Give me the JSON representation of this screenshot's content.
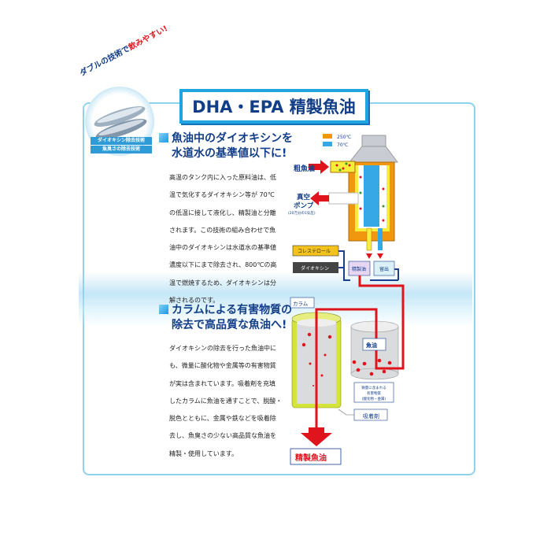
{
  "header": {
    "title": "DHA・EPA 精製魚油"
  },
  "badge": {
    "tagline_prefix": "ダブルの技術で",
    "tagline_emphasis": "飲みやすい!",
    "ribbon_1": "ダイオキシン除去技術",
    "ribbon_2": "魚臭さの除去技術"
  },
  "section1": {
    "heading_lines": [
      "魚油中のダイオキシンを",
      "水道水の基準値以下に!"
    ],
    "body_lines": [
      "高温のタンク内に入った原料油は、低",
      "温で気化するダイオキシン等が 70℃",
      "の低温に接して液化し、精製油と分離",
      "されます。この技術の組み合わせで魚",
      "油中のダイオキシンは水道水の基準値",
      "濃度以下にまで除去され、800℃の高",
      "温で燃焼するため、ダイオキシンは分",
      "解されるのです。"
    ]
  },
  "section2": {
    "heading_lines": [
      "カラムによる有害物質の",
      "除去で高品質な魚油へ!"
    ],
    "body_lines": [
      "ダイオキシンの除去を行った魚油中に",
      "も、微量に酸化物や金属等の有害物質",
      "が実は含まれています。吸着剤を充填",
      "したカラムに魚油を通すことで、脱酸・",
      "脱色とともに、金属や鉄などを吸着除",
      "去し、魚臭さの少ない高品質な魚油を",
      "精製・使用しています。"
    ]
  },
  "diagram1": {
    "legend_hot": "250℃",
    "legend_cold": "70℃",
    "crude_oil": "粗魚油",
    "pump_line1": "真空",
    "pump_line2": "ポンプ",
    "pump_note": "(20万分の1気圧)",
    "cholesterol": "コレステロール",
    "dioxin": "ダイオキシン",
    "refined_oil": "精製油",
    "distillate": "留出",
    "colors": {
      "hot": "#f0960f",
      "cold": "#36a8e6",
      "flow": "#e0141c",
      "line": "#1a3f8f"
    }
  },
  "diagram2": {
    "column": "カラム",
    "fish_oil": "魚油",
    "note_lines": [
      "微量に含まれる",
      "有害物質",
      "(酸化物・金属)"
    ],
    "adsorbent": "吸着剤",
    "output": "精製魚油"
  }
}
